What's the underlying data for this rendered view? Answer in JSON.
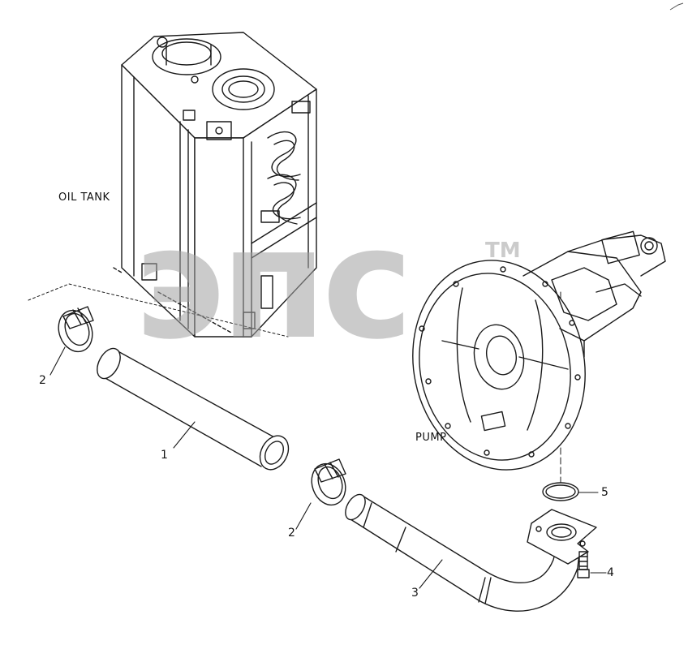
{
  "labels": {
    "oil_tank": "OIL TANK",
    "pump": "PUMP"
  },
  "callouts": {
    "hose": "1",
    "clamp_upper": "2",
    "clamp_lower": "2",
    "pipe": "3",
    "bolt": "4",
    "o_ring": "5"
  },
  "watermark": {
    "text": "эпс",
    "trademark": "TM"
  },
  "colors": {
    "line": "#1a1a1a",
    "background": "#ffffff",
    "watermark": "#a0a0a0"
  }
}
